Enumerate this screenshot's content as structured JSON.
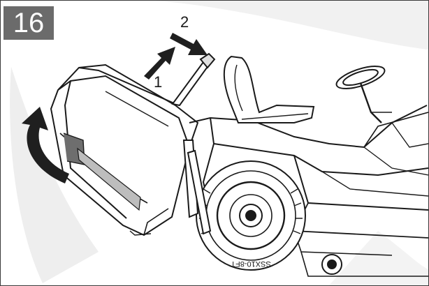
{
  "figure": {
    "step_number": "16",
    "callouts": [
      {
        "label": "1"
      },
      {
        "label": "2"
      }
    ],
    "tire_text": "SSX10-8FT",
    "colors": {
      "badge_bg": "#6b6b6b",
      "badge_text": "#ffffff",
      "line": "#1a1a1a",
      "watermark": "#eeeeee",
      "arrow_fill": "#1f1f1f"
    },
    "icons": [
      "curved-arrow-icon",
      "push-arrow-icon",
      "pull-arrow-icon"
    ]
  }
}
